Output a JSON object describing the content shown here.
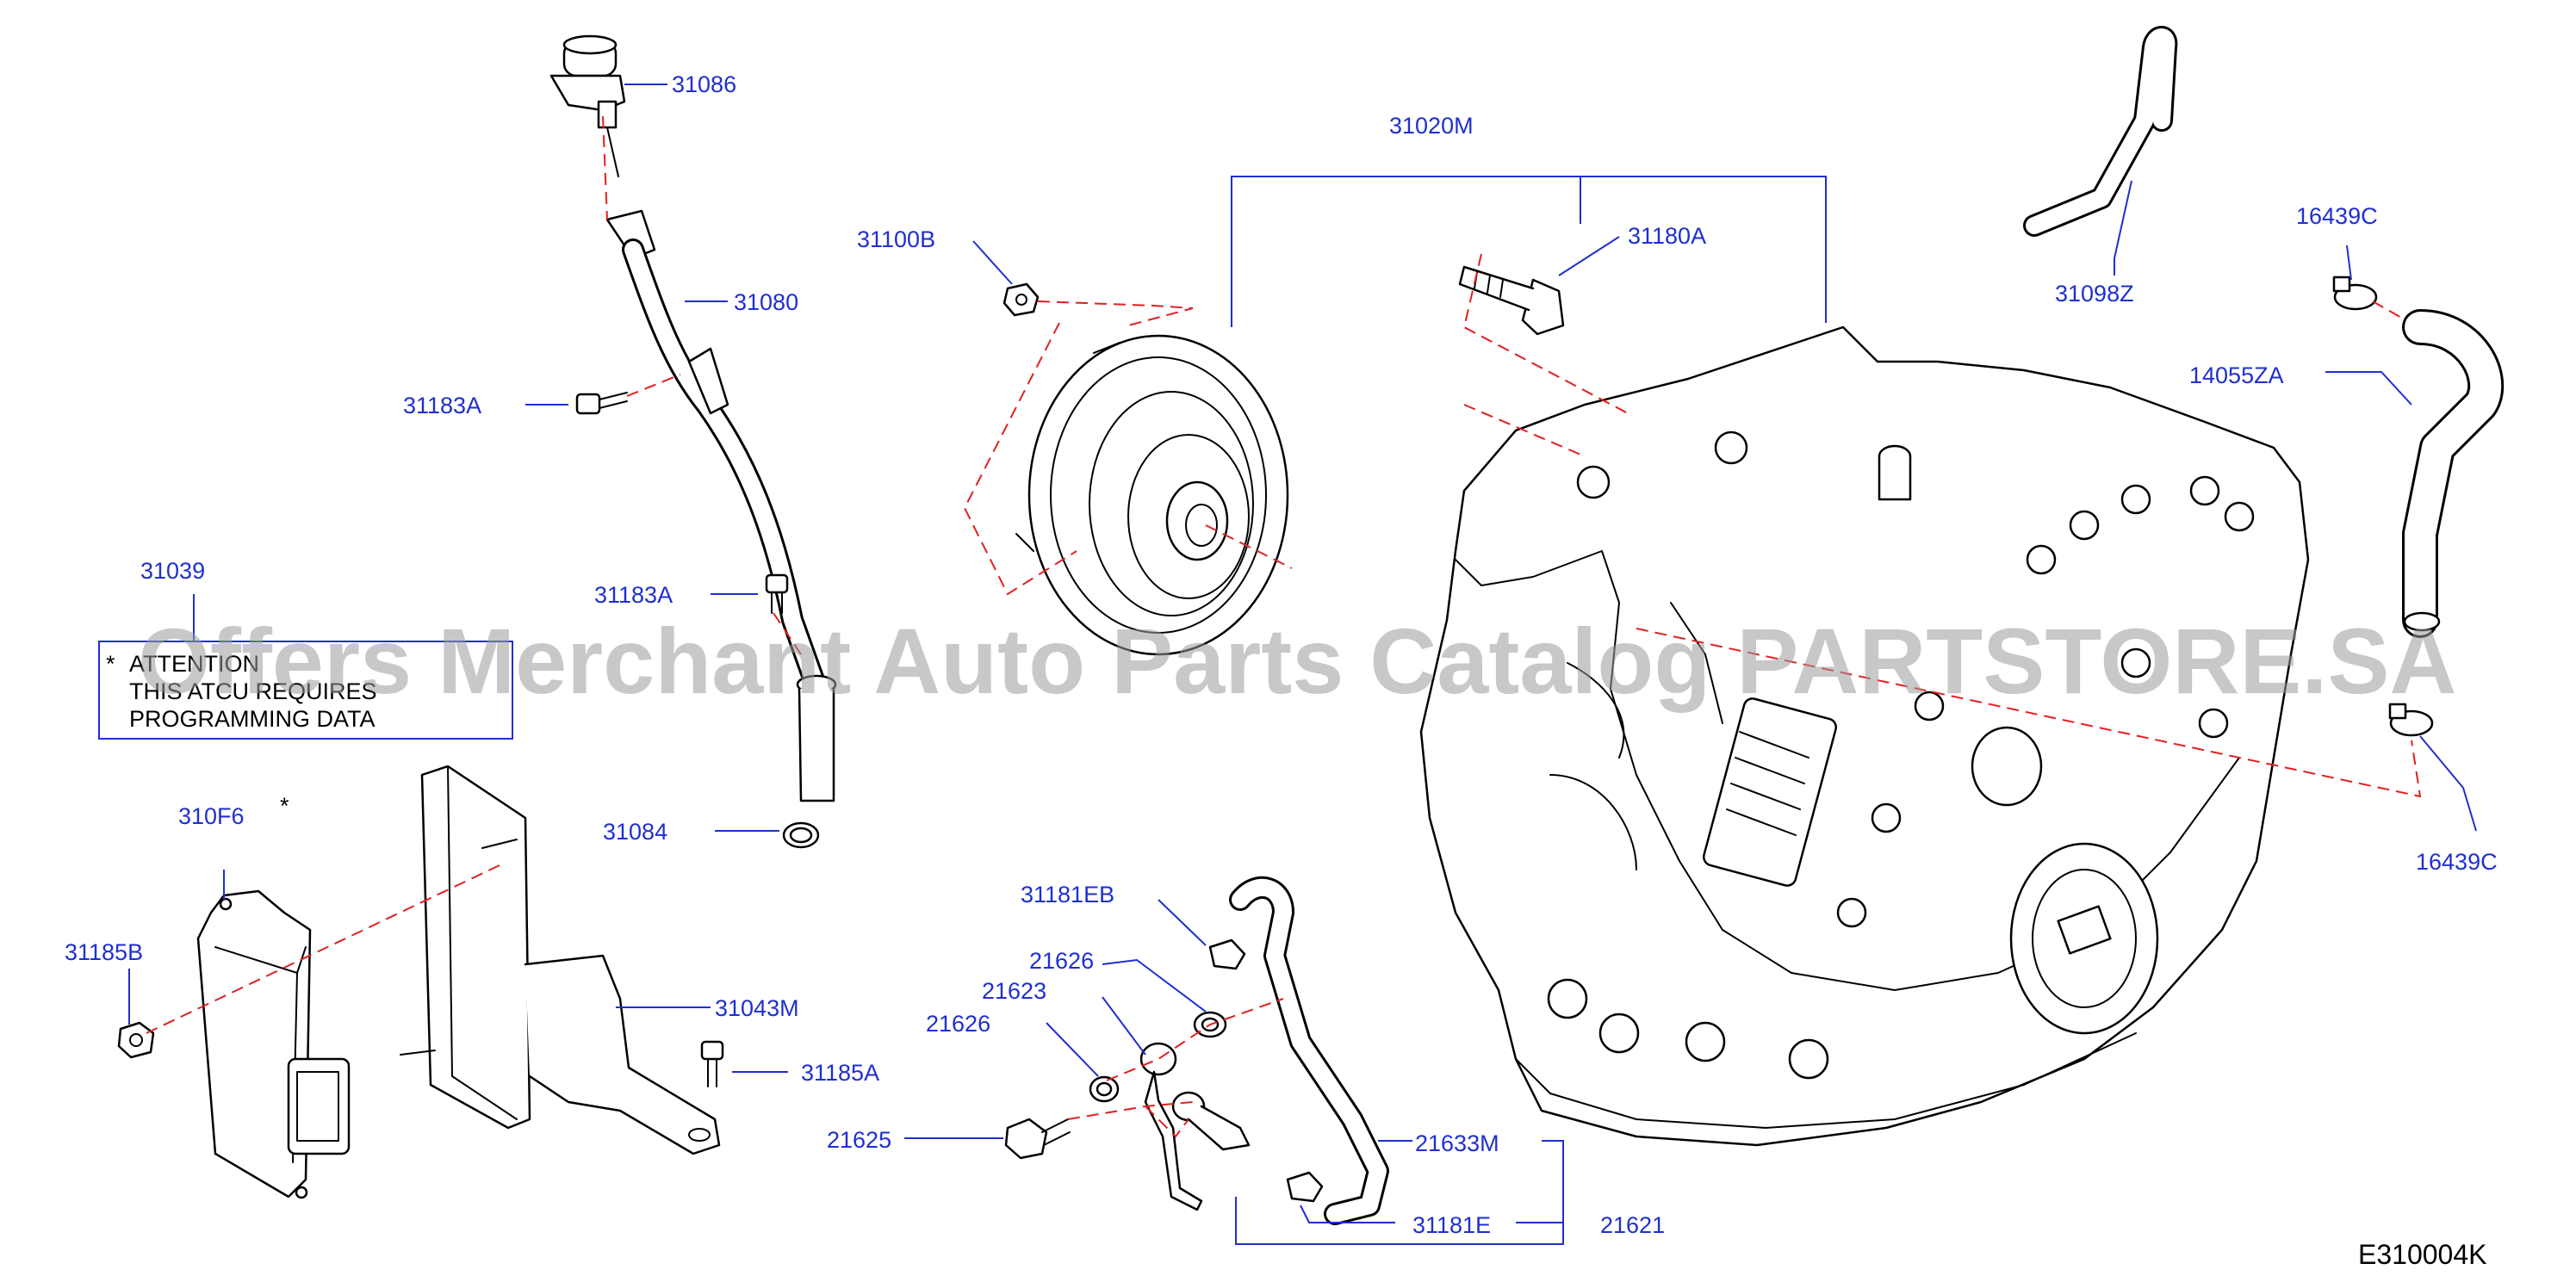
{
  "diagram_code": "E310004K",
  "watermark": "Offers Merchant Auto Parts Catalog PARTSTORE.SA",
  "note": {
    "star": "*",
    "line1": "ATTENTION",
    "line2": "THIS ATCU REQUIRES",
    "line3": "PROGRAMMING DATA"
  },
  "star_marker": "*",
  "colors": {
    "label": "#1f2fd0",
    "dash": "#e02020",
    "watermark": "#9a9a9a"
  },
  "labels": {
    "p31086": "31086",
    "p31080": "31080",
    "p31183A_top": "31183A",
    "p31183A_mid": "31183A",
    "p31039": "31039",
    "p310F6": "310F6",
    "p31185B": "31185B",
    "p31084": "31084",
    "p31043M": "31043M",
    "p31185A": "31185A",
    "p31100B": "31100B",
    "p31020M": "31020M",
    "p31180A": "31180A",
    "p31098Z": "31098Z",
    "p16439C_top": "16439C",
    "p14055ZA": "14055ZA",
    "p16439C_bot": "16439C",
    "p31181EB": "31181EB",
    "p21626_top": "21626",
    "p21623": "21623",
    "p21626_mid": "21626",
    "p21625": "21625",
    "p21633M": "21633M",
    "p31181E": "31181E",
    "p21621": "21621"
  }
}
